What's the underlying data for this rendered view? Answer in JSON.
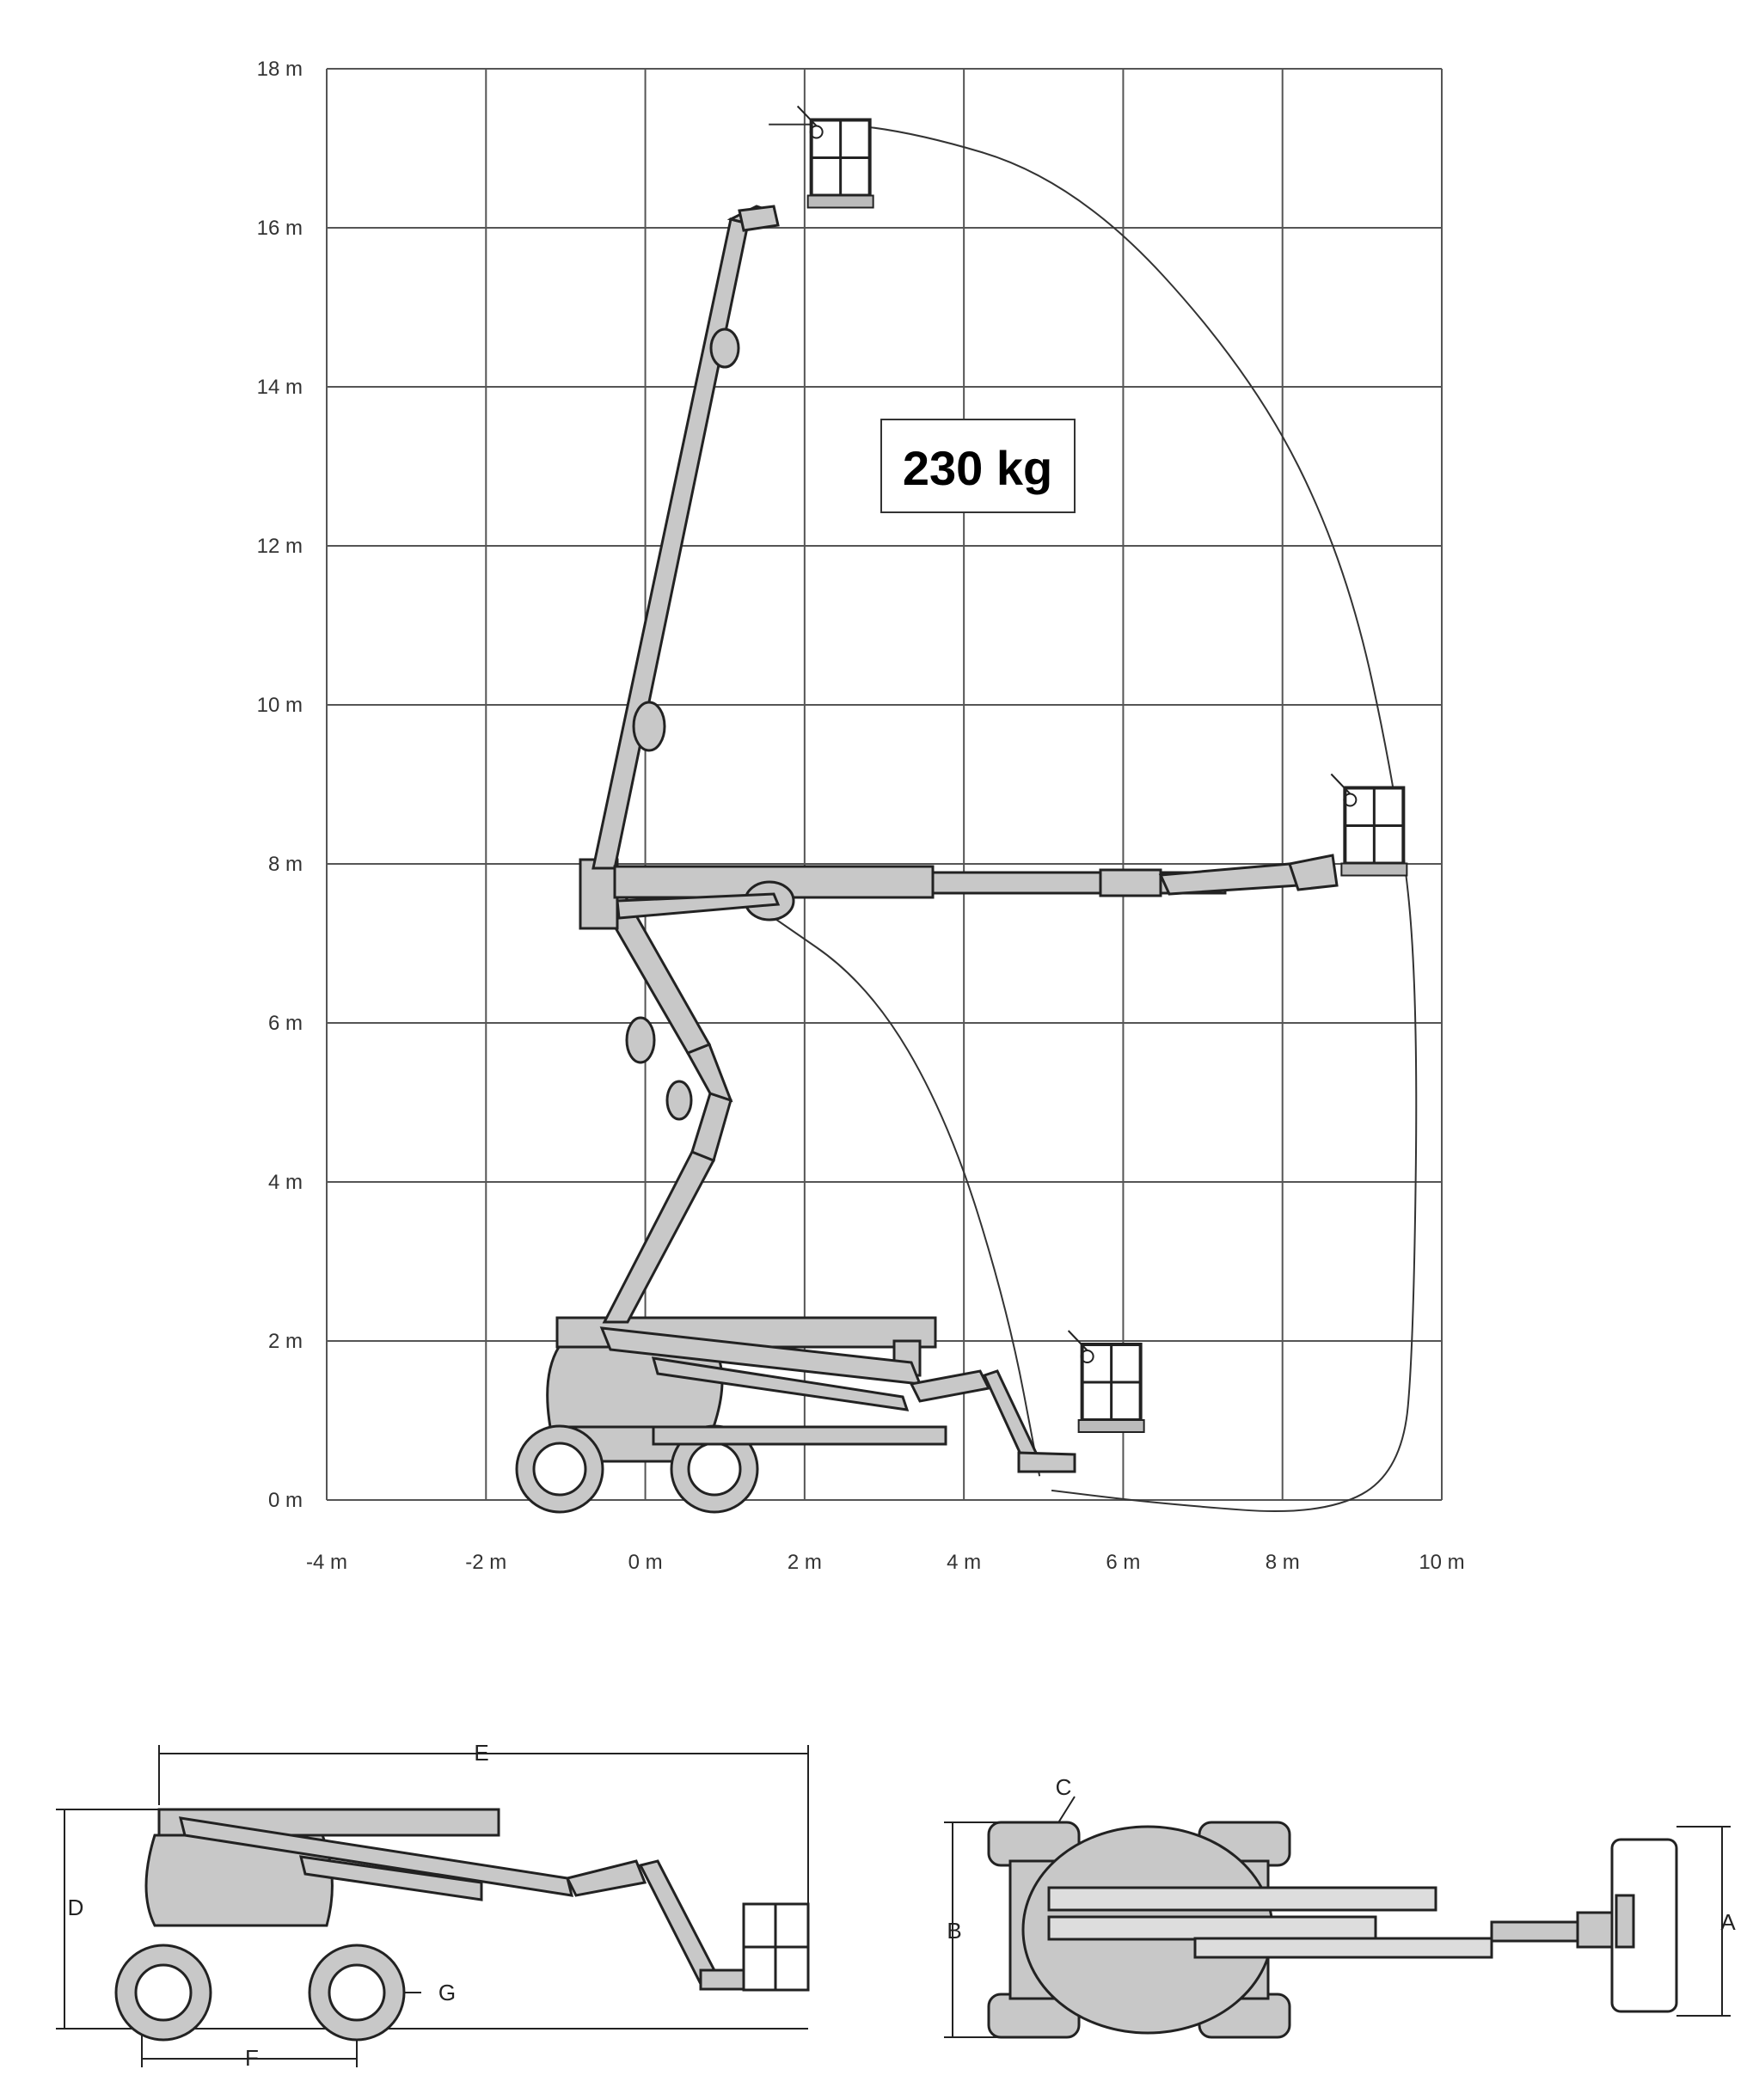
{
  "chart_data": {
    "type": "reach-diagram",
    "x_ticks": [
      "-4 m",
      "-2 m",
      "0 m",
      "2 m",
      "4 m",
      "6 m",
      "8 m",
      "10 m"
    ],
    "y_ticks": [
      "0 m",
      "2 m",
      "4 m",
      "6 m",
      "8 m",
      "10 m",
      "12 m",
      "14 m",
      "16 m",
      "18 m"
    ],
    "xlim": [
      -4,
      10
    ],
    "ylim": [
      0,
      18
    ],
    "grid": true,
    "capacity_label": "230 kg",
    "envelope_outer": [
      [
        1.55,
        17.3
      ],
      [
        3.05,
        17.3
      ],
      [
        5.4,
        16.6
      ],
      [
        7.6,
        14.2
      ],
      [
        8.8,
        11.8
      ],
      [
        9.45,
        8.8
      ],
      [
        9.7,
        6.5
      ],
      [
        9.65,
        2.0
      ],
      [
        9.5,
        0.35
      ],
      [
        8.5,
        -0.2
      ],
      [
        6.5,
        -0.05
      ],
      [
        5.1,
        0.12
      ]
    ],
    "envelope_inner": [
      [
        1.5,
        7.4
      ],
      [
        2.8,
        6.5
      ],
      [
        3.8,
        4.8
      ],
      [
        4.55,
        2.4
      ],
      [
        4.95,
        0.3
      ]
    ],
    "boom_positions": [
      {
        "basket": [
          2.3,
          16.6
        ]
      },
      {
        "basket": [
          9.0,
          8.2
        ]
      },
      {
        "basket": [
          5.7,
          1.2
        ]
      }
    ]
  },
  "dimension_labels": {
    "side": [
      "E",
      "D",
      "F",
      "G"
    ],
    "top": [
      "C",
      "B",
      "A"
    ]
  }
}
